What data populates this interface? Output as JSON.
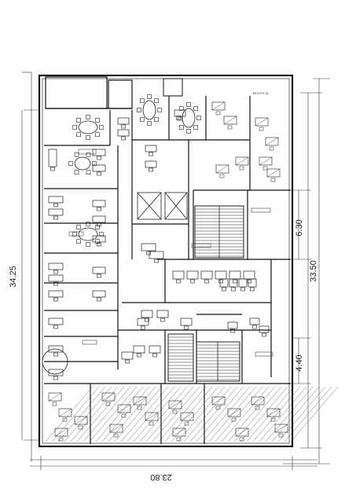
{
  "dimensions": {
    "left_total": "34.25",
    "right_total": "33.50",
    "right_upper": "6.30",
    "right_lower": "4.40",
    "bottom_width": "23.80"
  },
  "title_block_text": "BOOTH 31"
}
